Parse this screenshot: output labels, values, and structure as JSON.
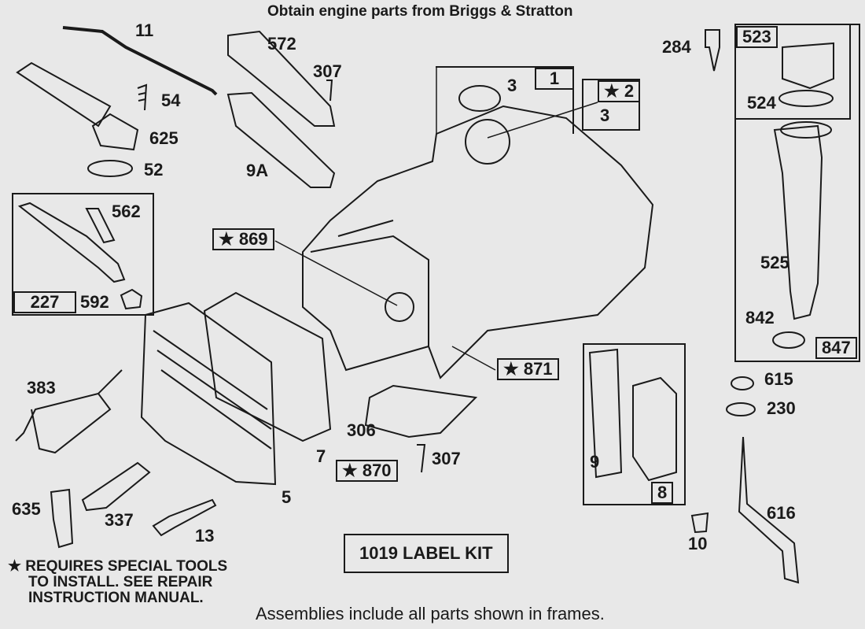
{
  "header": {
    "title": "Obtain engine parts from Briggs & Stratton"
  },
  "labels": {
    "p11": "11",
    "p572": "572",
    "p307a": "307",
    "p54": "54",
    "p625": "625",
    "p52": "52",
    "p9a": "9A",
    "p3a": "3",
    "p1": "1",
    "p2": "★ 2",
    "p3b": "3",
    "p284": "284",
    "p523": "523",
    "p524": "524",
    "p525": "525",
    "p842": "842",
    "p847": "847",
    "p562": "562",
    "p227": "227",
    "p592": "592",
    "p869": "★ 869",
    "p871": "★ 871",
    "p870": "★ 870",
    "p383": "383",
    "p306": "306",
    "p7": "7",
    "p307b": "307",
    "p5": "5",
    "p635": "635",
    "p337": "337",
    "p13": "13",
    "p9": "9",
    "p8": "8",
    "p10": "10",
    "p615": "615",
    "p230": "230",
    "p616": "616"
  },
  "kit_label": "1019 LABEL KIT",
  "note": {
    "line1": "★ REQUIRES SPECIAL TOOLS",
    "line2": "TO INSTALL.  SEE REPAIR",
    "line3": "INSTRUCTION MANUAL."
  },
  "footer": "Assemblies include all parts shown in frames.",
  "colors": {
    "background": "#e8e8e8",
    "ink": "#1a1a1a"
  }
}
